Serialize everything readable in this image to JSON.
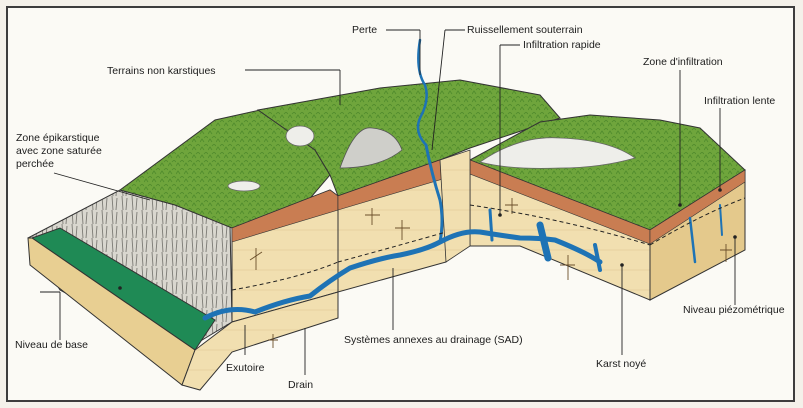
{
  "labels": {
    "perte": "Perte",
    "ruissellement": "Ruissellement souterrain",
    "terrains": "Terrains non karstiques",
    "infiltration_rapide": "Infiltration rapide",
    "zone_infiltration": "Zone d'infiltration",
    "infiltration_lente": "Infiltration lente",
    "epik_1": "Zone épikarstique",
    "epik_2": "avec zone saturée",
    "epik_3": "perchée",
    "niveau_piezo": "Niveau piézométrique",
    "niveau_base": "Niveau de base",
    "sad": "Systèmes annexes au drainage (SAD)",
    "karst_noye": "Karst noyé",
    "exutoire": "Exutoire",
    "drain": "Drain"
  },
  "colors": {
    "grass": "#6fa53c",
    "grass_dark": "#4f8a2c",
    "rock": "#f1dfb0",
    "rock_side": "#e4c98c",
    "soil": "#c97d52",
    "water": "#1e73b5",
    "cliff": "#d9d7cf",
    "lake": "#1f8a55",
    "line": "#333333"
  }
}
